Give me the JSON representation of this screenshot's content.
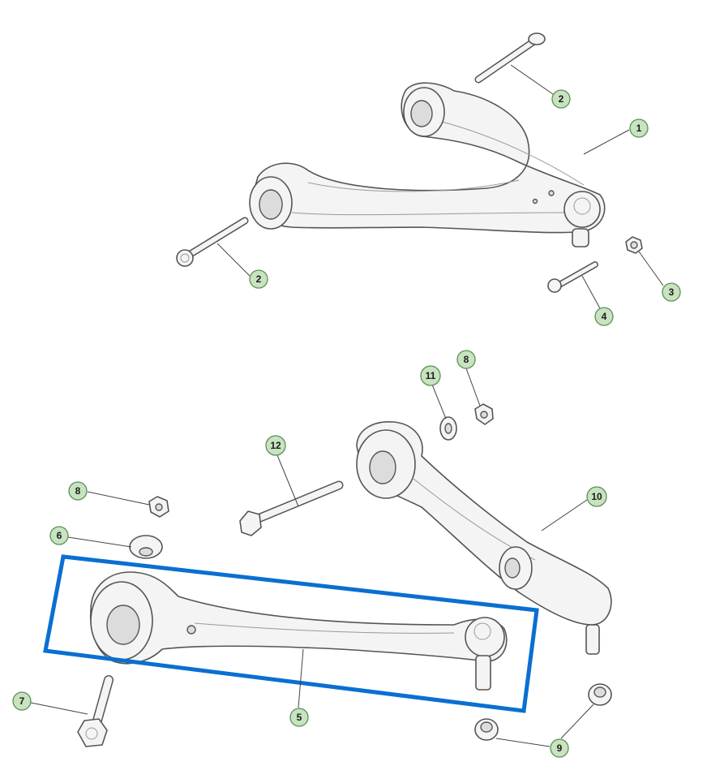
{
  "callouts": [
    {
      "label": "1"
    },
    {
      "label": "2"
    },
    {
      "label": "2"
    },
    {
      "label": "3"
    },
    {
      "label": "4"
    },
    {
      "label": "8"
    },
    {
      "label": "11"
    },
    {
      "label": "12"
    },
    {
      "label": "8"
    },
    {
      "label": "10"
    },
    {
      "label": "6"
    },
    {
      "label": "7"
    },
    {
      "label": "5"
    },
    {
      "label": "9"
    }
  ],
  "colors": {
    "highlight": "#0a6fd1",
    "callout_fill": "#c7e3bf",
    "callout_stroke": "#5d8f57"
  }
}
